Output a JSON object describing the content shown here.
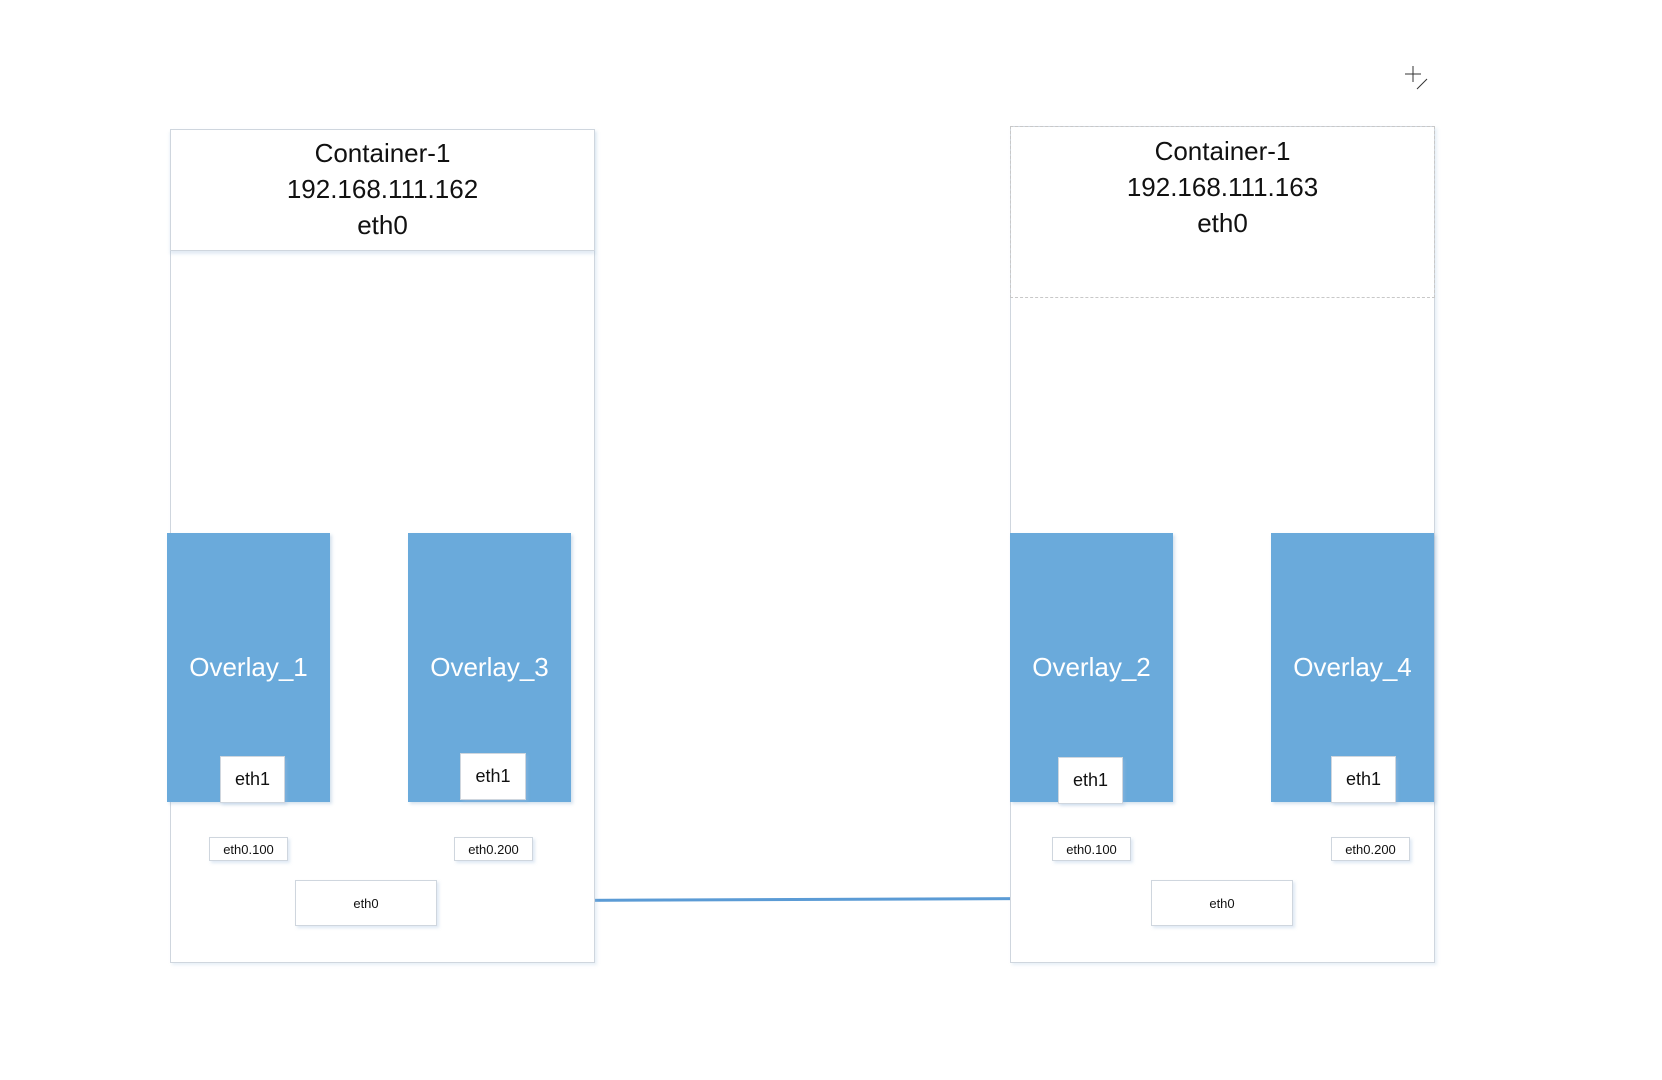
{
  "hosts": [
    {
      "title": "Container-1",
      "ip": "192.168.111.162",
      "iface": "eth0",
      "overlays": [
        {
          "name": "Overlay_1",
          "eth": "eth1",
          "sub": "eth0.100"
        },
        {
          "name": "Overlay_3",
          "eth": "eth1",
          "sub": "eth0.200"
        }
      ],
      "eth0": "eth0"
    },
    {
      "title": "Container-1",
      "ip": "192.168.111.163",
      "iface": "eth0",
      "overlays": [
        {
          "name": "Overlay_2",
          "eth": "eth1",
          "sub": "eth0.100"
        },
        {
          "name": "Overlay_4",
          "eth": "eth1",
          "sub": "eth0.200"
        }
      ],
      "eth0": "eth0"
    }
  ],
  "colors": {
    "overlay": "#6aaadb",
    "link": "#5b9bd5"
  }
}
